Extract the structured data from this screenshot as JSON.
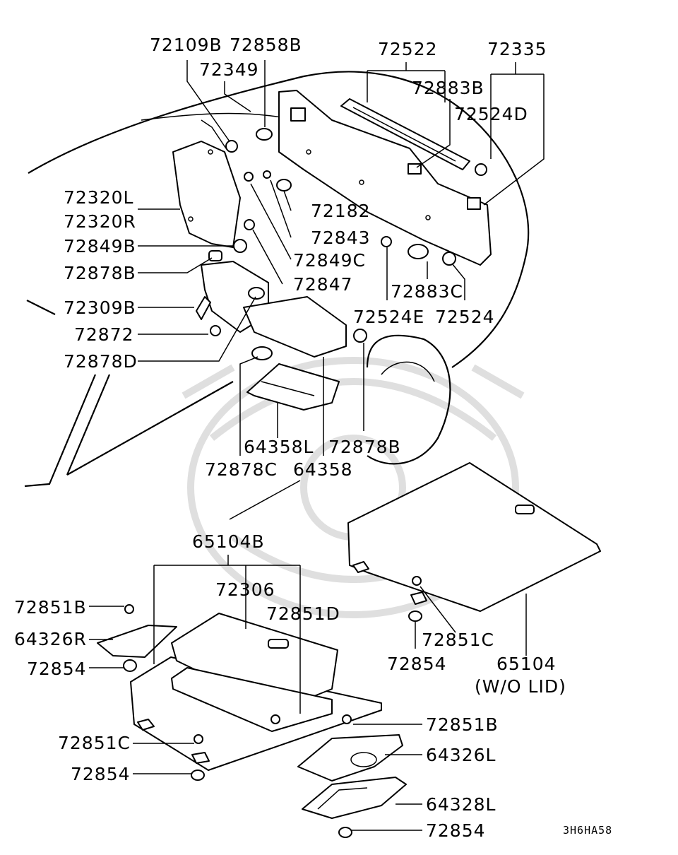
{
  "watermark_icon": "samurai-helmet-icon",
  "labels": {
    "l72109B": "72109B",
    "l72858B": "72858B",
    "l72349": "72349",
    "l72522": "72522",
    "l72335": "72335",
    "l72883B": "72883B",
    "l72524D": "72524D",
    "l72320L": "72320L",
    "l72320R": "72320R",
    "l72849B": "72849B",
    "l72878B_a": "72878B",
    "l72309B": "72309B",
    "l72872": "72872",
    "l72878D": "72878D",
    "l72182": "72182",
    "l72843": "72843",
    "l72849C": "72849C",
    "l72847": "72847",
    "l72883C": "72883C",
    "l72524E": "72524E",
    "l72524": "72524",
    "l64358L": "64358L",
    "l72878B_b": "72878B",
    "l72878C": "72878C",
    "l64358": "64358",
    "l65104B": "65104B",
    "l72306": "72306",
    "l72851B_a": "72851B",
    "l72851D": "72851D",
    "l64326R": "64326R",
    "l72854_a": "72854",
    "l72851C_a": "72851C",
    "l72854_b": "72854",
    "l65104": "65104",
    "l65104_note": "(W/O LID)",
    "l72851C_b": "72851C",
    "l72854_c": "72854",
    "l72851B_b": "72851B",
    "l64326L": "64326L",
    "l64328L": "64328L",
    "l72854_d": "72854"
  },
  "diagram_code": "3H6HA58"
}
